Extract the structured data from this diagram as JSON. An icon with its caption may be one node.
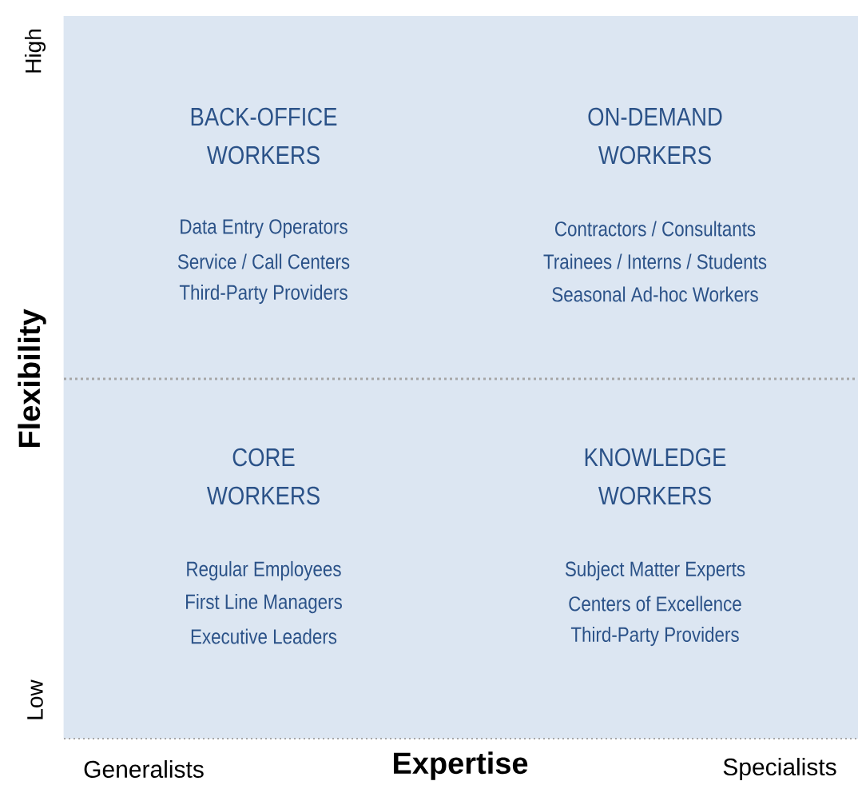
{
  "diagram": {
    "nodes": [
      {
        "text": [
          "BACK-OFFICE WORKERS",
          "Data Entry Operators",
          "Service / Call Centers",
          "Third-Party Providers"
        ]
      },
      {
        "text": [
          "ON-DEMAND WORKERS",
          "Contractors / Consultants",
          "Trainees / Interns / Students",
          "Seasonal Ad-hoc Workers"
        ]
      },
      {
        "text": [
          "CORE WORKERS",
          "Regular Employees",
          "First Line Managers",
          "Executive Leaders"
        ]
      },
      {
        "text": [
          "KNOWLEDGE WORKERS",
          "Subject Matter Experts",
          "Centers of Excellence",
          "Third-Party Providers"
        ]
      }
    ],
    "labels": [
      "High",
      "Flexibility",
      "Low",
      "Generalists",
      "Expertise",
      "Specialists"
    ]
  }
}
